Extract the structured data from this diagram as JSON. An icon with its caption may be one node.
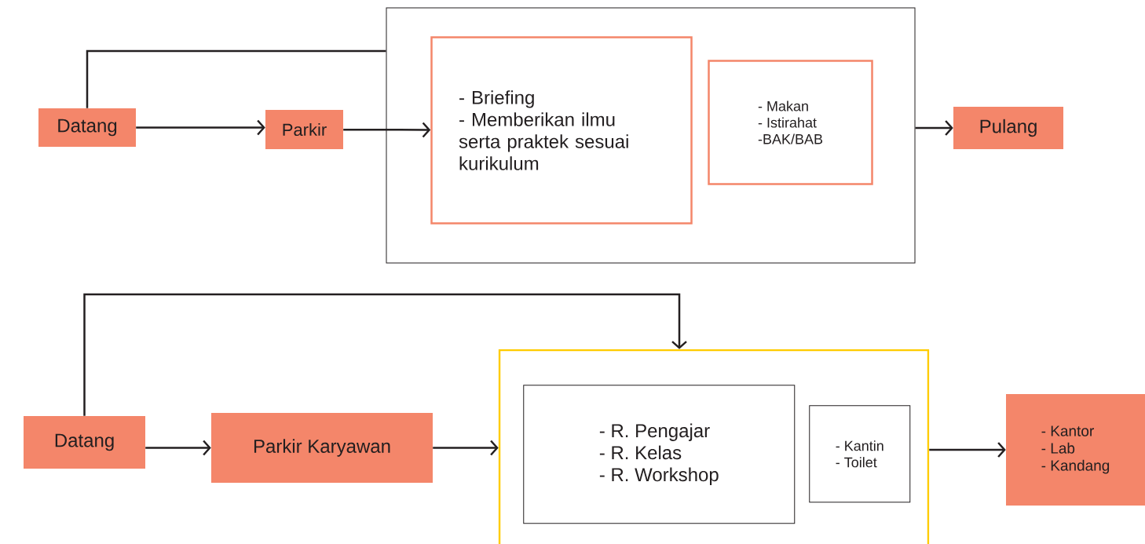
{
  "diagram": {
    "nodes": [
      {
        "text": [
          "Datang"
        ]
      },
      {
        "text": [
          "Parkir"
        ]
      },
      {
        "text": [],
        "shape": "box"
      },
      {
        "text": [
          "- Briefing",
          "- Memberikan ilmu serta praktek sesuai kurikulum"
        ],
        "in": 2
      },
      {
        "text": [
          "- Makan",
          "- Istirahat",
          "-BAK/BAB"
        ],
        "in": 2
      },
      {
        "text": [
          "Pulang"
        ]
      },
      {
        "text": [
          "Datang"
        ]
      },
      {
        "text": [
          "Parkir Karyawan"
        ]
      },
      {
        "text": [],
        "shape": "box"
      },
      {
        "text": [
          "- R. Pengajar",
          "- R. Kelas",
          "- R. Workshop"
        ],
        "in": 8
      },
      {
        "text": [
          "- Kantin",
          "- Toilet"
        ],
        "in": 8
      },
      {
        "text": [
          "- Kantor",
          "- Lab",
          "- Kandang"
        ]
      }
    ],
    "edges": [
      {
        "from": 0,
        "to": 1,
        "arrow": "to"
      },
      {
        "from": 0,
        "to": 2,
        "arrow": "none"
      },
      {
        "from": 1,
        "to": 3,
        "arrow": "to"
      },
      {
        "from": 2,
        "to": 5,
        "arrow": "to"
      },
      {
        "from": 6,
        "to": 7,
        "arrow": "to"
      },
      {
        "from": 6,
        "to": 8,
        "arrow": "to"
      },
      {
        "from": 7,
        "to": 8,
        "arrow": "to"
      },
      {
        "from": 8,
        "to": 11,
        "arrow": "to"
      }
    ]
  }
}
